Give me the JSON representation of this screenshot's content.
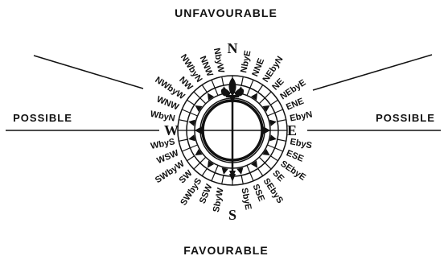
{
  "regions": {
    "top": "UNFAVOURABLE",
    "bottom": "FAVOURABLE",
    "left": "POSSIBLE",
    "right": "POSSIBLE"
  },
  "cardinals": {
    "north": "N",
    "east": "E",
    "south": "S",
    "west": "W"
  },
  "points": [
    "NbyE",
    "NNE",
    "NEbyN",
    "NE",
    "NEbyE",
    "ENE",
    "EbyN",
    "EbyS",
    "ESE",
    "SEbyE",
    "SE",
    "SEbyS",
    "SSE",
    "SbyE",
    "SbyW",
    "SSW",
    "SWbyS",
    "SW",
    "SWbyW",
    "WSW",
    "WbyS",
    "WbyN",
    "WNW",
    "NWbyW",
    "NW",
    "NWbyN",
    "NNW",
    "NbyW"
  ],
  "colors": {
    "ink": "#111111",
    "paper": "#ffffff"
  },
  "icons": {
    "north_marker": "fleur-de-lis-icon"
  }
}
